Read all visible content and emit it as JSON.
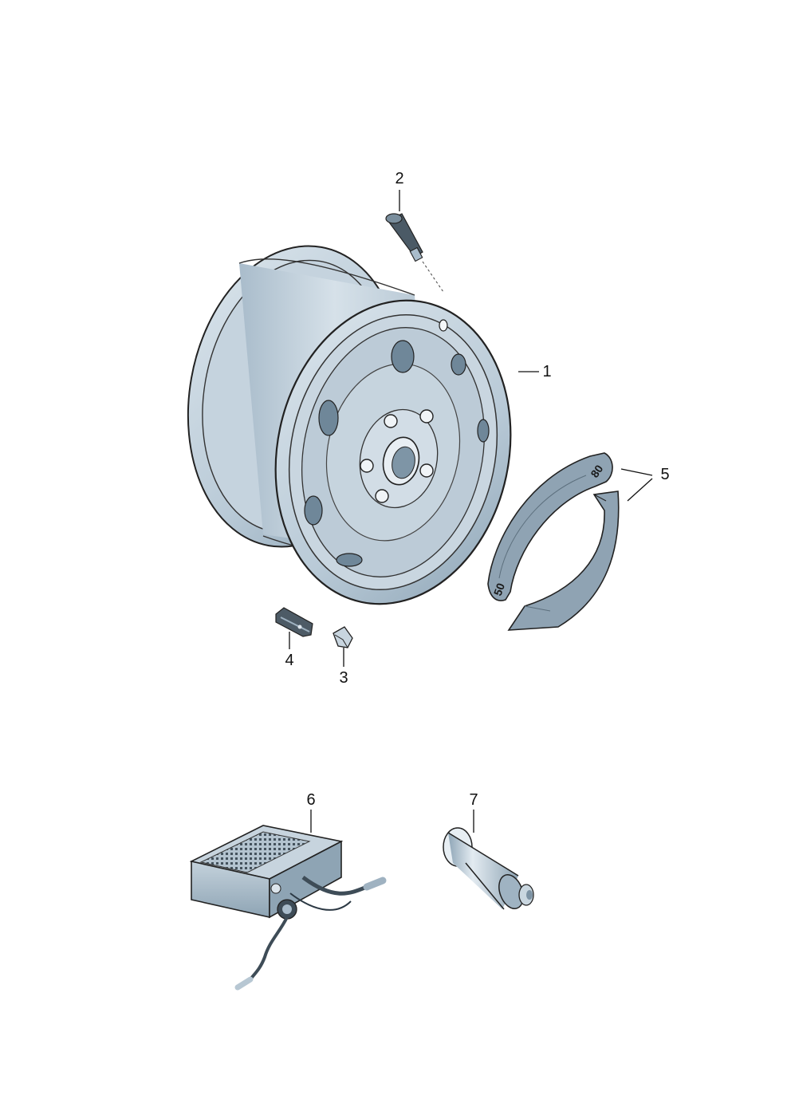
{
  "colors": {
    "part_light": "#cfdbe4",
    "part_mid": "#a9bccb",
    "part_dark": "#6f8799",
    "outline": "#222222",
    "shadow": "#3c4a55"
  },
  "callouts": {
    "wheel": "1",
    "valve": "2",
    "cap": "3",
    "weight": "4",
    "balance_strip": "5",
    "compressor": "6",
    "sealant": "7"
  },
  "strip_marks": {
    "upper": "80",
    "lower": "50"
  }
}
